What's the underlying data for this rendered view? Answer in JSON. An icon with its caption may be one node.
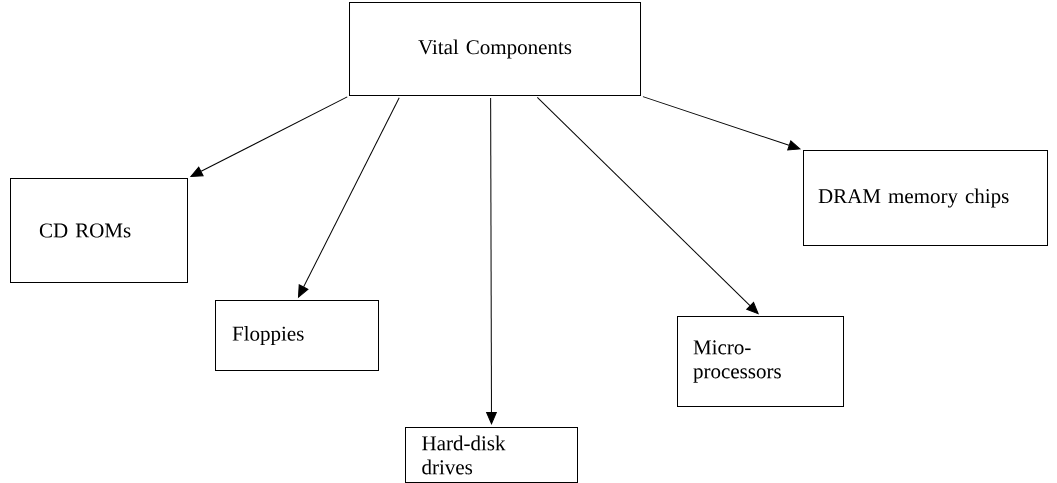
{
  "diagram": {
    "nodes": [
      {
        "text": [
          "Vital Components"
        ]
      },
      {
        "text": [
          "CD ROMs"
        ]
      },
      {
        "text": [
          "Floppies"
        ]
      },
      {
        "text": [
          "Hard-disk drives"
        ]
      },
      {
        "text": [
          "Micro-processors"
        ]
      },
      {
        "text": [
          "DRAM memory chips"
        ]
      }
    ],
    "edges": [
      {
        "from": 0,
        "to": 1,
        "arrow": "to"
      },
      {
        "from": 0,
        "to": 2,
        "arrow": "to"
      },
      {
        "from": 0,
        "to": 3,
        "arrow": "to"
      },
      {
        "from": 0,
        "to": 4,
        "arrow": "to"
      },
      {
        "from": 0,
        "to": 5,
        "arrow": "to"
      }
    ]
  }
}
